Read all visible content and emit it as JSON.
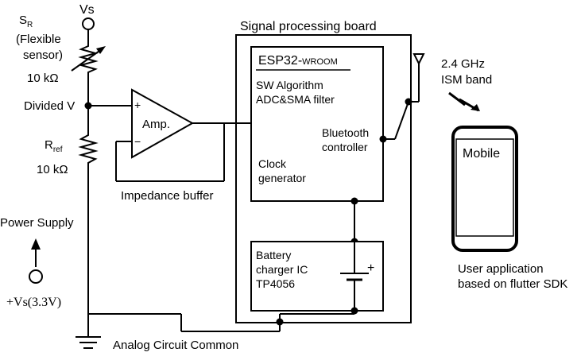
{
  "vs_top": "Vs",
  "sensor": {
    "s": "S",
    "sub": "R",
    "line2": "(Flexible",
    "line3": "sensor)",
    "value": "10 kΩ"
  },
  "divided_v": "Divided V",
  "rref": {
    "r": "R",
    "sub": "ref",
    "value": "10 kΩ"
  },
  "power_supply": "Power Supply",
  "vs_supply": "+Vs(3.3V)",
  "ground_label": "Analog Circuit Common",
  "amp": {
    "label": "Amp.",
    "plus": "+",
    "minus": "−"
  },
  "impedance_buffer": "Impedance buffer",
  "board_title": "Signal processing board",
  "esp32": {
    "title": "ESP32-",
    "title_small": "WROOM",
    "line1": "SW Algorithm",
    "line2": "ADC&SMA filter",
    "bt1": "Bluetooth",
    "bt2": "controller",
    "clk1": "Clock",
    "clk2": "generator"
  },
  "battery": {
    "line1": "Battery",
    "line2": "charger IC",
    "line3": "TP4056",
    "plus": "+"
  },
  "antenna": {
    "line1": "2.4 GHz",
    "line2": "ISM band"
  },
  "mobile": {
    "label": "Mobile"
  },
  "user_app": {
    "line1": "User application",
    "line2": "based on flutter SDK"
  }
}
